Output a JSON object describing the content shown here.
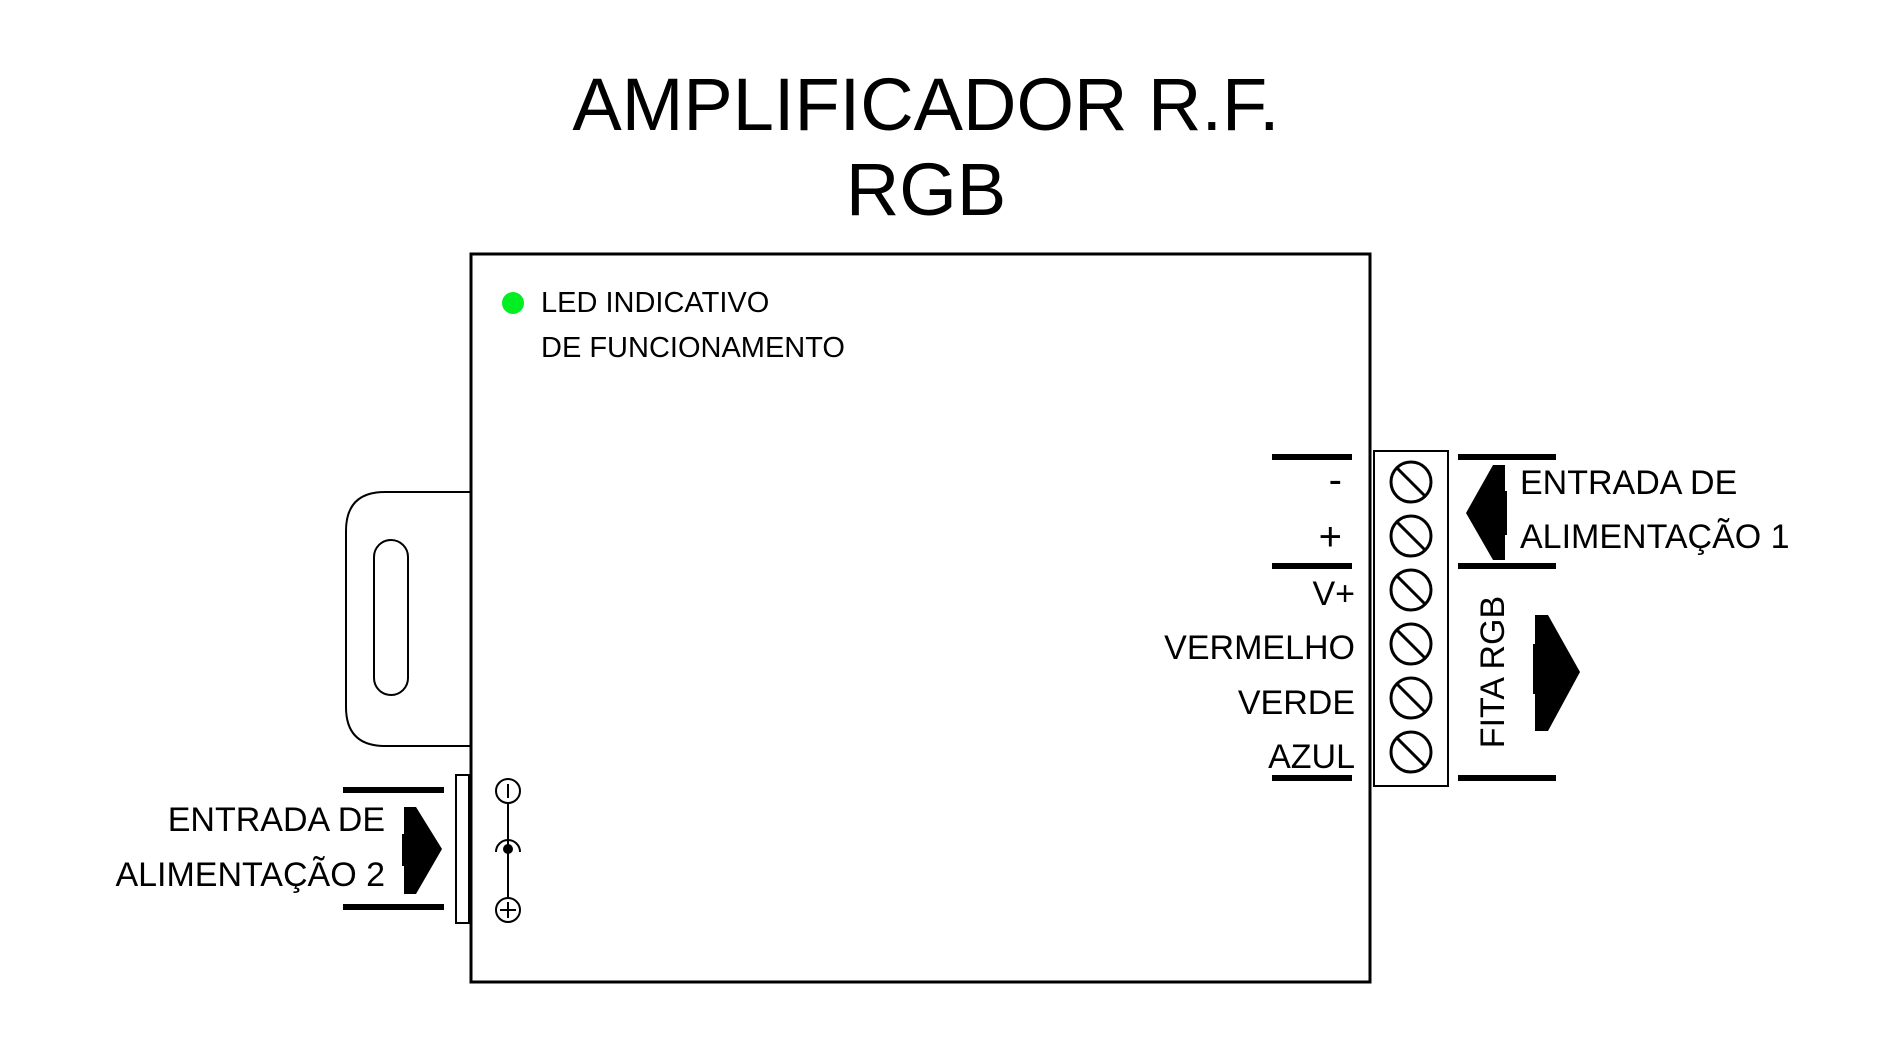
{
  "title": {
    "line1": "AMPLIFICADOR R.F.",
    "line2": "RGB"
  },
  "led": {
    "color": "#00ee22",
    "line1": "LED INDICATIVO",
    "line2": "DE FUNCIONAMENTO"
  },
  "terminals": {
    "minus": "-",
    "plus": "+",
    "vplus": "V+",
    "red": "VERMELHO",
    "green": "VERDE",
    "blue": "AZUL"
  },
  "input1": {
    "line1": "ENTRADA DE",
    "line2": "ALIMENTAÇÃO 1"
  },
  "input2": {
    "line1": "ENTRADA DE",
    "line2": "ALIMENTAÇÃO 2"
  },
  "output": {
    "label": "FITA RGB"
  },
  "colors": {
    "stroke": "#000000",
    "background": "#ffffff"
  }
}
